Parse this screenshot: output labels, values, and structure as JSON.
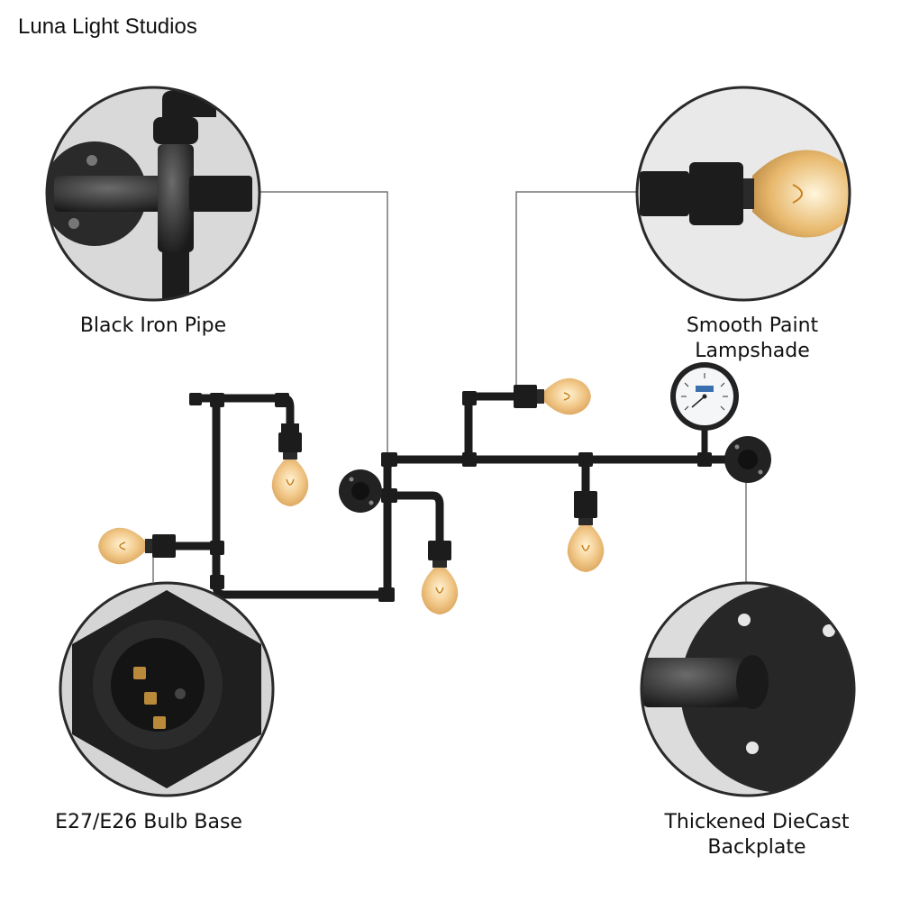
{
  "brand": "Luna Light Studios",
  "callouts": {
    "pipe": {
      "lines": [
        "Black Iron Pipe"
      ]
    },
    "shade": {
      "lines": [
        "Smooth Paint",
        "Lampshade"
      ]
    },
    "base": {
      "lines": [
        "E27/E26 Bulb Base"
      ]
    },
    "backplate": {
      "lines": [
        "Thickened DieCast",
        "Backplate"
      ]
    }
  },
  "colors": {
    "pipe": "#1c1c1c",
    "bulb_glow": "#f2c98a",
    "filament": "#c8801e",
    "callout_line": "#777777",
    "circle_border": "#2a2a2a",
    "circle_fill": "#e6e6e6"
  },
  "icons": {
    "gauge": "pressure-gauge-icon",
    "bulb": "edison-bulb-icon"
  }
}
